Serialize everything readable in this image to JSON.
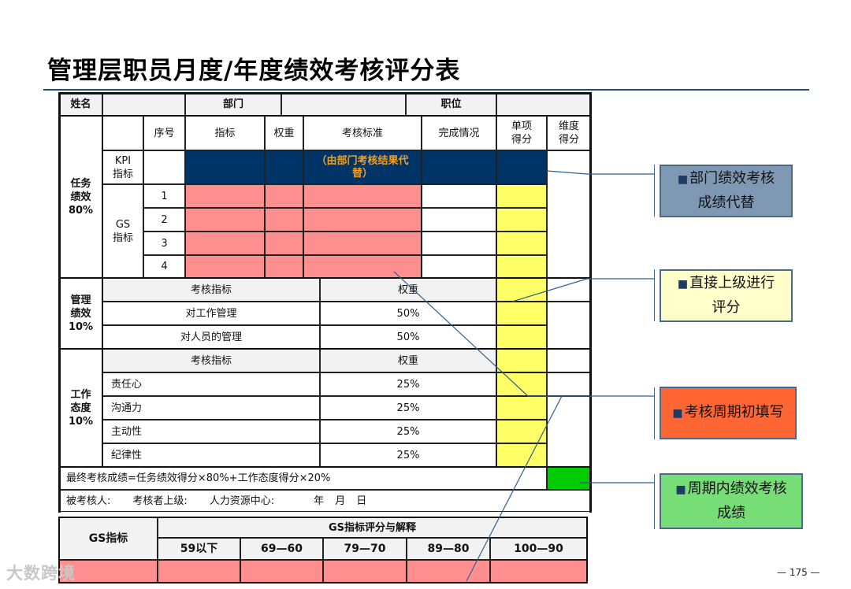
{
  "page": {
    "title": "管理层职员月度/年度绩效考核评分表",
    "page_number": "— 175 —",
    "watermark": "大数跨境"
  },
  "header_row": {
    "name_label": "姓名",
    "name_value": "",
    "dept_label": "部门",
    "dept_value": "",
    "position_label": "职位",
    "position_value": ""
  },
  "task_section": {
    "label": "任务绩效80%",
    "label_lines": [
      "任务",
      "绩效",
      "80%"
    ],
    "columns": {
      "seq": "序号",
      "indicator": "指标",
      "weight": "权重",
      "criteria": "考核标准",
      "completion": "完成情况",
      "item_score": "单项得分",
      "dimension_score": "维度得分"
    },
    "kpi_label": "KPI指标",
    "kpi_note": "（由部门考核结果代替）",
    "gs_label": "GS指标",
    "gs_rows": [
      "1",
      "2",
      "3",
      "4"
    ]
  },
  "mgmt_section": {
    "label_lines": [
      "管理",
      "绩效",
      "10%"
    ],
    "header_indicator": "考核指标",
    "header_weight": "权重",
    "rows": [
      {
        "indicator": "对工作管理",
        "weight": "50%"
      },
      {
        "indicator": "对人员的管理",
        "weight": "50%"
      }
    ]
  },
  "attitude_section": {
    "label_lines": [
      "工作",
      "态度",
      "10%"
    ],
    "header_indicator": "考核指标",
    "header_weight": "权重",
    "rows": [
      {
        "indicator": "责任心",
        "weight": "25%"
      },
      {
        "indicator": "沟通力",
        "weight": "25%"
      },
      {
        "indicator": "主动性",
        "weight": "25%"
      },
      {
        "indicator": "纪律性",
        "weight": "25%"
      }
    ]
  },
  "final_row": {
    "formula": "最终考核成绩=任务绩效得分×80%+工作态度得分×20%"
  },
  "signature_row": {
    "assessee": "被考核人:",
    "supervisor": "考核者上级:",
    "hr": "人力资源中心:",
    "year": "年",
    "month": "月",
    "day": "日"
  },
  "gs_table": {
    "row_label": "GS指标",
    "group_header": "GS指标评分与解释",
    "ranges": [
      "59以下",
      "69—60",
      "79—70",
      "89—80",
      "100—90"
    ]
  },
  "callouts": [
    {
      "text_line1": "部门绩效考核",
      "text_line2": "成绩代替",
      "color": "#7f98b3"
    },
    {
      "text_line1": "直接上级进行",
      "text_line2": "评分",
      "color": "#ffffcc"
    },
    {
      "text_line1": "考核周期初填写",
      "text_line2": "",
      "color": "#ff6633"
    },
    {
      "text_line1": "周期内绩效考核",
      "text_line2": "成绩",
      "color": "#77dd77"
    }
  ],
  "colors": {
    "kpi_fill": "#003366",
    "gs_fill": "#ff8f8f",
    "score_fill": "#ffff66",
    "final_fill": "#00cc00",
    "title_rule": "#1f4e79",
    "kpi_note_text": "#f0a020"
  }
}
